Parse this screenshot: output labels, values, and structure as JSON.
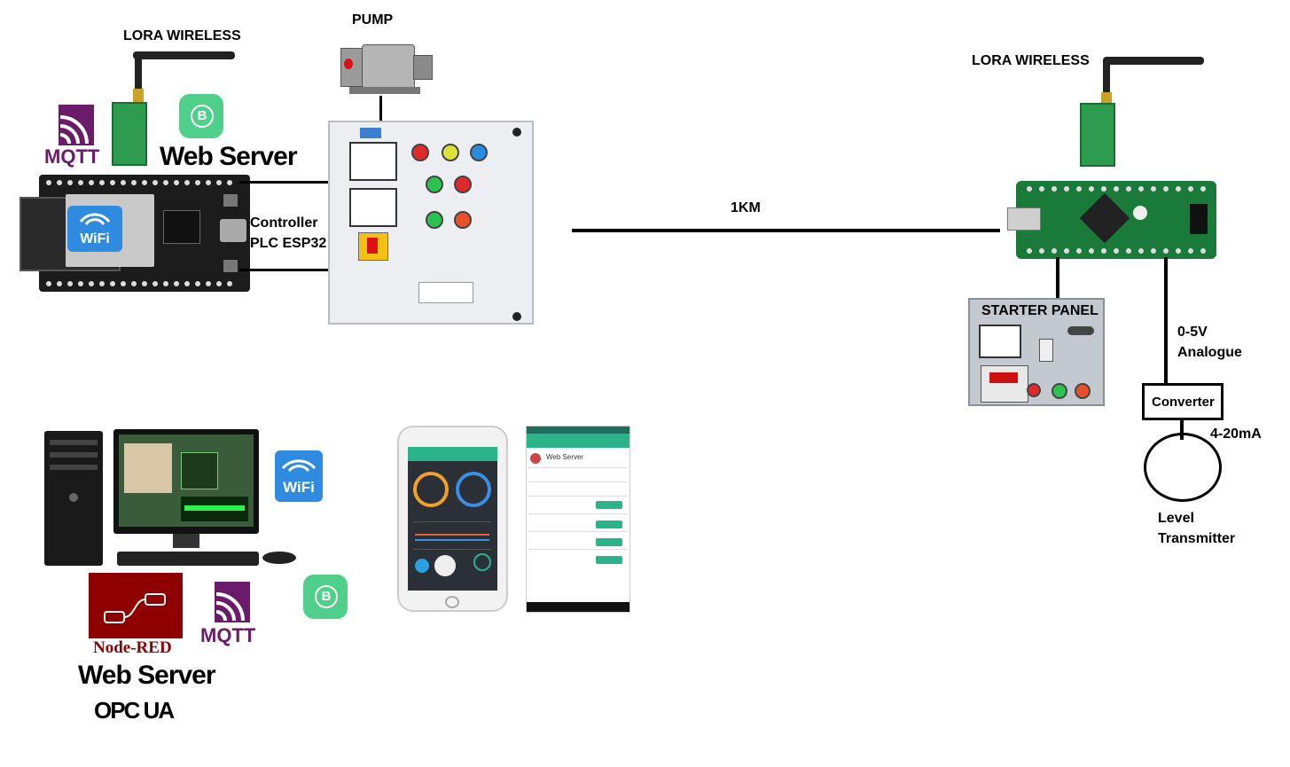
{
  "labels": {
    "lora_left": "LORA WIRELESS",
    "lora_right": "LORA WIRELESS",
    "pump": "PUMP",
    "controller_line1": "Controller",
    "controller_line2": "PLC ESP32",
    "distance": "1KM",
    "starter_panel": "STARTER PANEL",
    "signal_line1": "0-5V",
    "signal_line2": "Analogue",
    "converter": "Converter",
    "current_loop": "4-20mA",
    "transmitter_line1": "Level",
    "transmitter_line2": "Transmitter"
  },
  "logos": {
    "web_server_top": "Web Server",
    "web_server_bottom": "Web Server",
    "mqtt_top": "MQTT",
    "mqtt_bottom": "MQTT",
    "wifi_board": "WiFi",
    "wifi_pc": "WiFi",
    "blynk_top": "B",
    "blynk_bottom": "B",
    "node_red": "Node-RED",
    "opc_ua": "OPC UA"
  },
  "phone_right": {
    "title": "Web Server"
  },
  "colors": {
    "blynk": "#4fcf8a",
    "wifi": "#2f8be0",
    "mqtt": "#6a1b6a",
    "node_red": "#8f0000",
    "pcb_green": "#1a7a3a",
    "esp_board": "#1c1c1c"
  }
}
